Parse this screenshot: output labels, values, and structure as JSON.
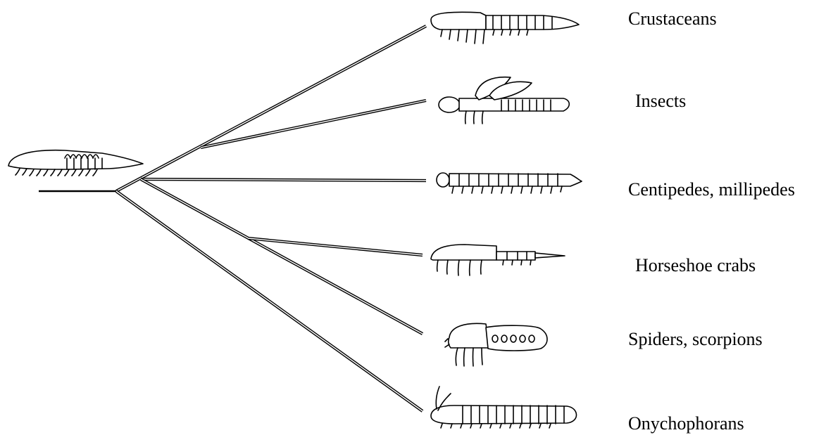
{
  "diagram": {
    "ancestor": {
      "icon": "segmented-ancestor-icon"
    },
    "taxa": [
      {
        "label": "Crustaceans",
        "icon": "crustacean-icon"
      },
      {
        "label": "Insects",
        "icon": "insect-icon"
      },
      {
        "label": "Centipedes, millipedes",
        "icon": "myriapod-icon"
      },
      {
        "label": "Horseshoe crabs",
        "icon": "horseshoe-crab-icon"
      },
      {
        "label": "Spiders, scorpions",
        "icon": "arachnid-icon"
      },
      {
        "label": "Onychophorans",
        "icon": "onychophoran-icon"
      }
    ],
    "colors": {
      "line": "#000000",
      "background": "#ffffff"
    }
  }
}
